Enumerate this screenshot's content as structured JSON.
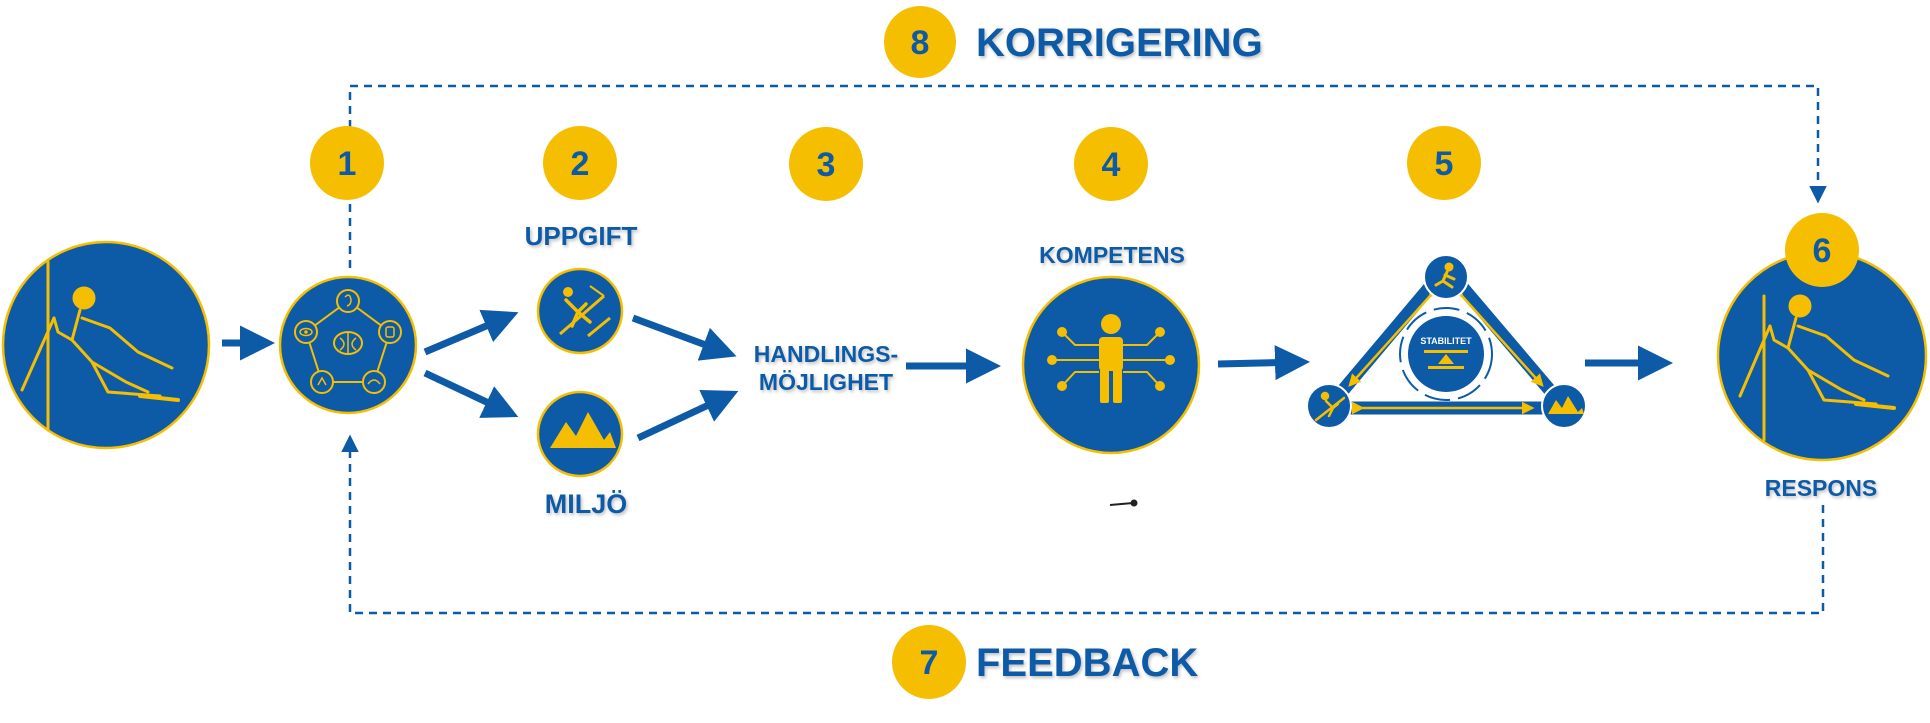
{
  "badges": {
    "b1": "1",
    "b2": "2",
    "b3": "3",
    "b4": "4",
    "b5": "5",
    "b6": "6",
    "b7": "7",
    "b8": "8"
  },
  "labels": {
    "korrigering": "KORRIGERING",
    "feedback": "FEEDBACK",
    "uppgift": "UPPGIFT",
    "miljo": "MILJÖ",
    "handlings_1": "HANDLINGS-",
    "handlings_2": "MÖJLIGHET",
    "kompetens": "KOMPETENS",
    "respons": "RESPONS",
    "stabilitet": "STABILITET"
  },
  "colors": {
    "blue": "#0d5aa7",
    "gold": "#f6be00"
  },
  "icons": [
    "skier-icon",
    "senses-icon",
    "skiing-task-icon",
    "mountain-icon",
    "person-competence-icon",
    "stability-triangle-icon",
    "skier-response-icon"
  ]
}
